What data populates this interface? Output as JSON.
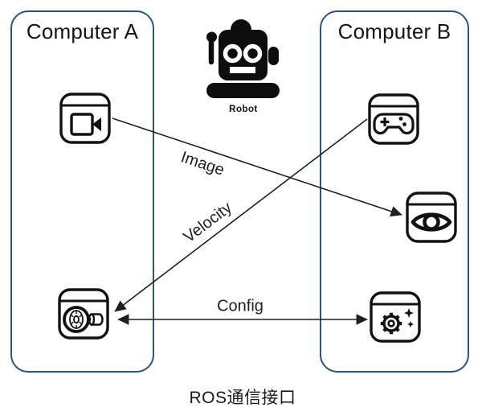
{
  "boxes": {
    "a": {
      "title": "Computer A"
    },
    "b": {
      "title": "Computer B"
    }
  },
  "robot": {
    "label": "Robot"
  },
  "edges": {
    "image": {
      "label": "Image",
      "from": "video-camera-node",
      "to": "eye-viewer-node",
      "direction": "one-way"
    },
    "velocity": {
      "label": "Velocity",
      "from": "gamepad-node",
      "to": "webcam-node",
      "direction": "one-way"
    },
    "config": {
      "label": "Config",
      "from": "webcam-node",
      "to": "gear-settings-node",
      "direction": "two-way"
    }
  },
  "caption": "ROS通信接口",
  "colors": {
    "box_border": "#2A547E",
    "arrow_line": "#1F1F1F",
    "icon_stroke": "#111111"
  }
}
